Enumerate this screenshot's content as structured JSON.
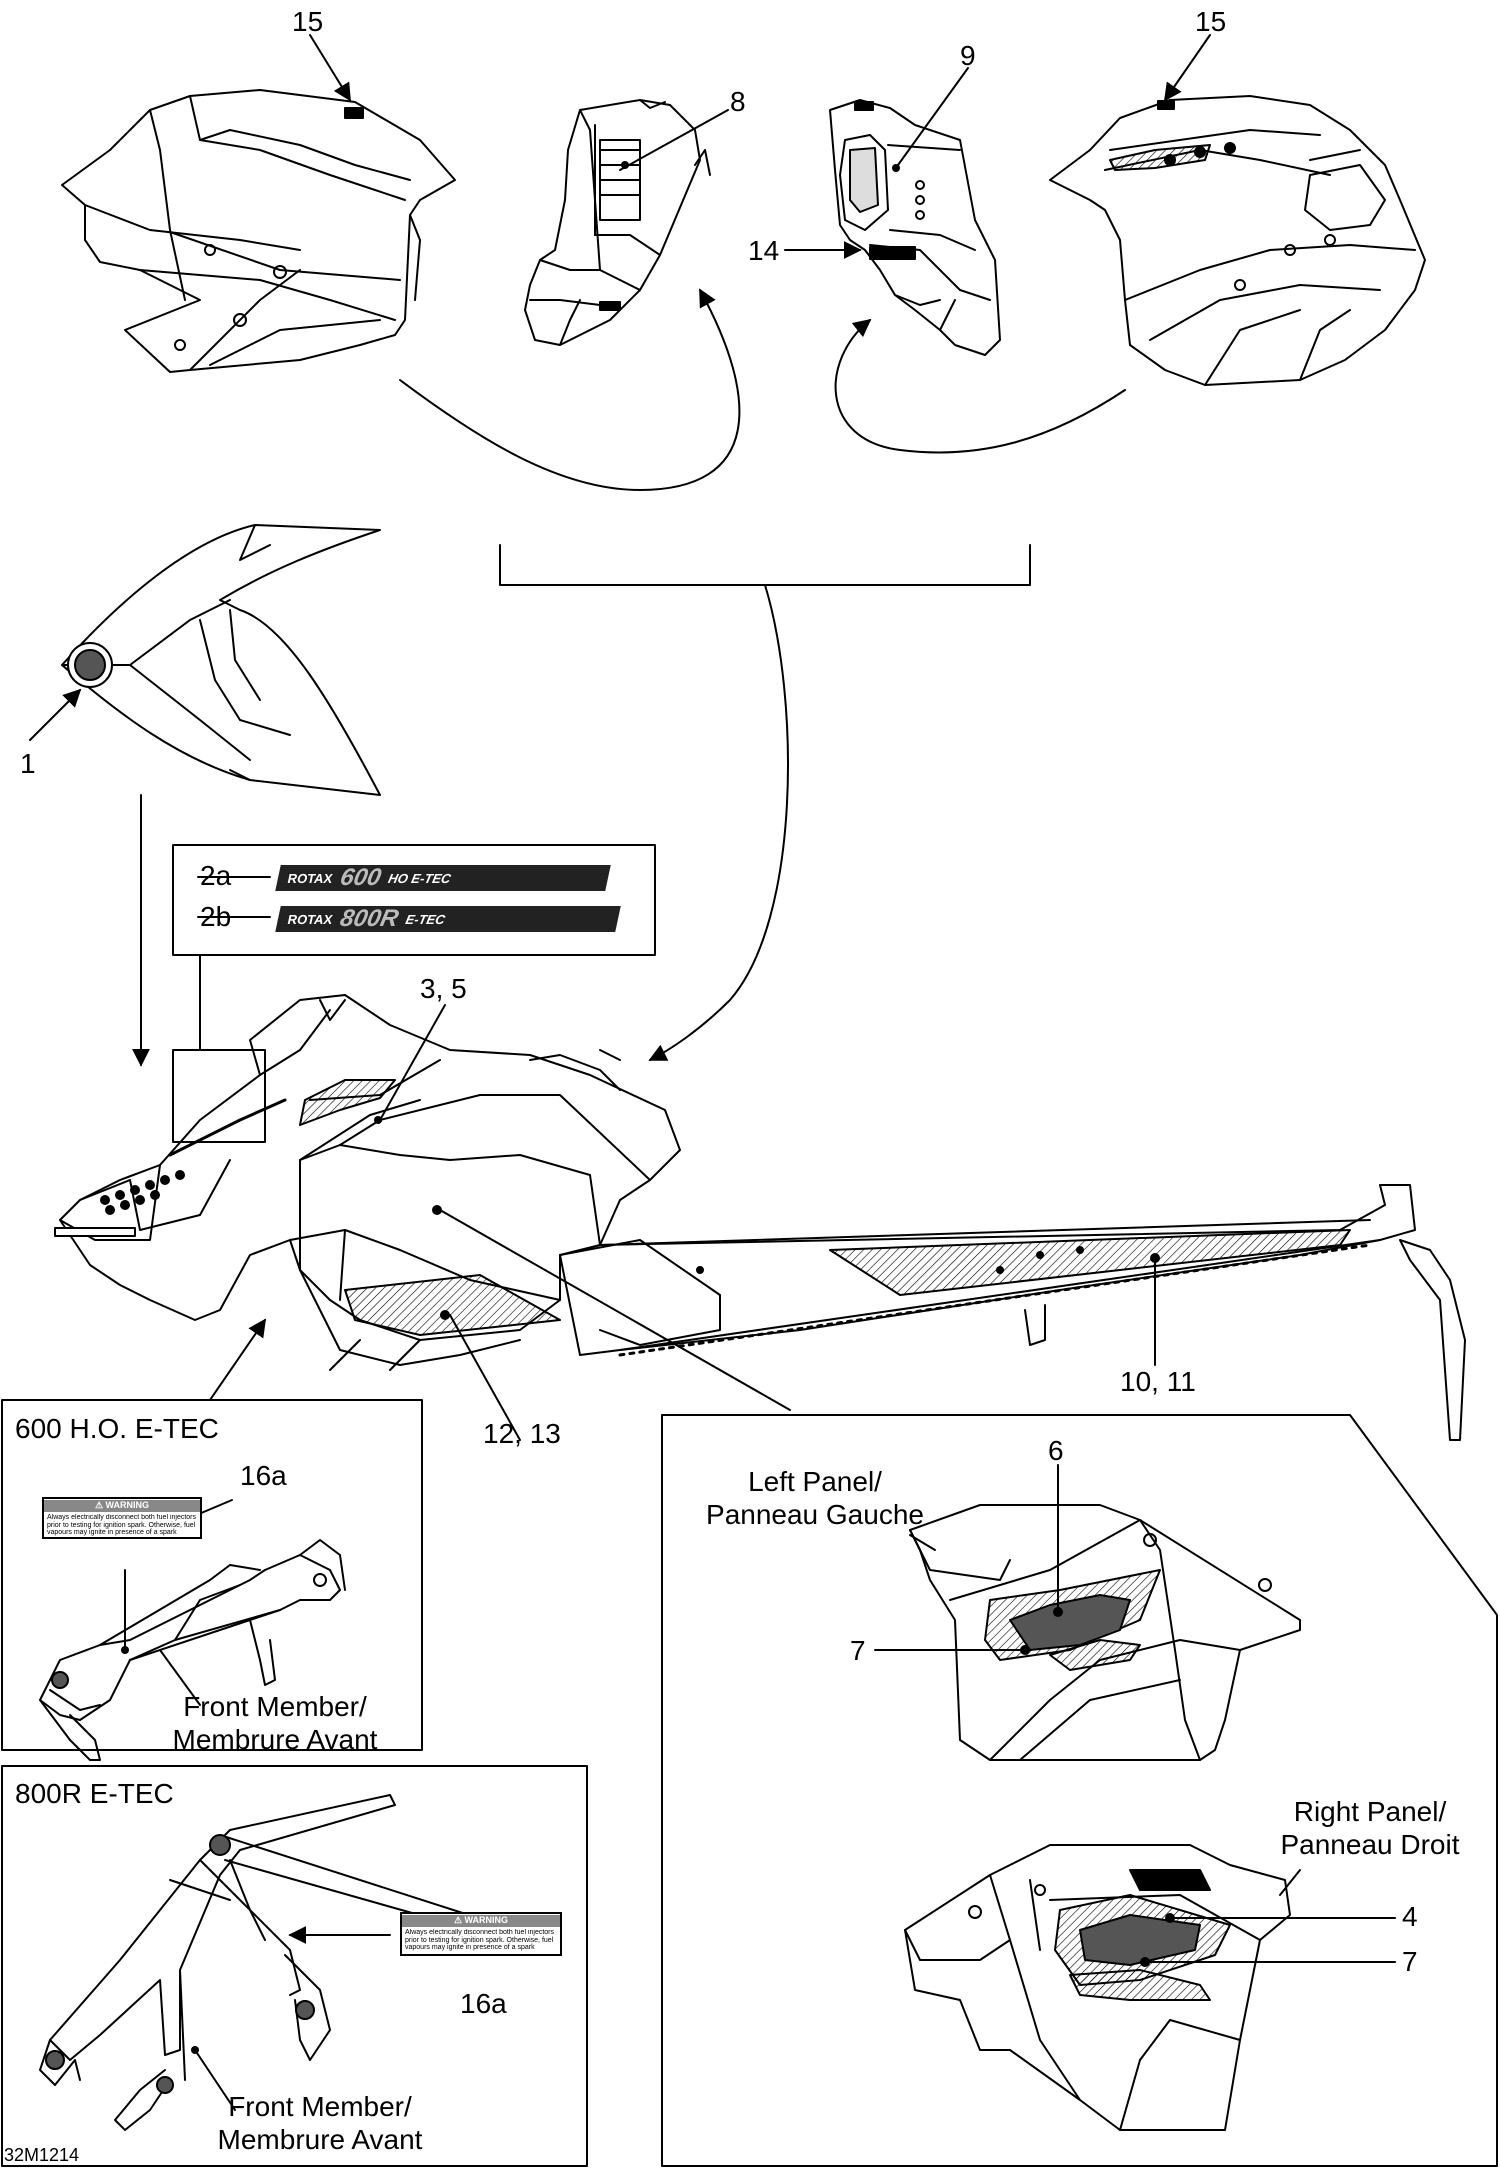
{
  "callouts": {
    "c15_left": "15",
    "c8": "8",
    "c9": "9",
    "c15_right": "15",
    "c14": "14",
    "c1": "1",
    "c2a": "2a",
    "c2b": "2b",
    "c3_5": "3, 5",
    "c10_11": "10, 11",
    "c12_13": "12, 13",
    "c16a_top": "16a",
    "c16a_bottom": "16a",
    "c6": "6",
    "c7_top": "7",
    "c4": "4",
    "c7_bottom": "7"
  },
  "decals": {
    "d2a_brand": "ROTAX",
    "d2a_model": "600",
    "d2a_suffix": "HO E-TEC",
    "d2b_brand": "ROTAX",
    "d2b_model": "800R",
    "d2b_suffix": "E-TEC"
  },
  "boxes": {
    "ho_title": "600 H.O. E-TEC",
    "r_title": "800R E-TEC",
    "front_member_1": "Front Member/",
    "front_member_2": "Membrure Avant",
    "left_panel_1": "Left Panel/",
    "left_panel_2": "Panneau Gauche",
    "right_panel_1": "Right Panel/",
    "right_panel_2": "Panneau Droit"
  },
  "warning_label": {
    "heading": "⚠ WARNING",
    "body": "Always electrically disconnect both fuel injectors prior to testing for ignition spark. Otherwise, fuel vapours may ignite in presence of a spark creating a fire hazard."
  },
  "figure_id": "32M1214"
}
